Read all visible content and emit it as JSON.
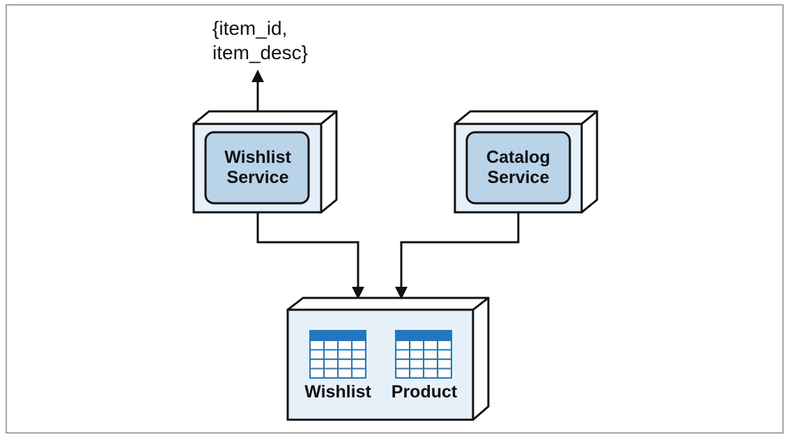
{
  "output_label": {
    "line1": "{item_id,",
    "line2": "item_desc}"
  },
  "wishlist_service": {
    "line1": "Wishlist",
    "line2": "Service"
  },
  "catalog_service": {
    "line1": "Catalog",
    "line2": "Service"
  },
  "database": {
    "tables": [
      {
        "label": "Wishlist"
      },
      {
        "label": "Product"
      }
    ]
  },
  "colors": {
    "box_fill": "#e6f0f8",
    "box_side": "#ffffff",
    "inner_fill": "#b9d3e9",
    "table_blue": "#1f78c1",
    "stroke": "#111111",
    "frame": "#666666"
  }
}
